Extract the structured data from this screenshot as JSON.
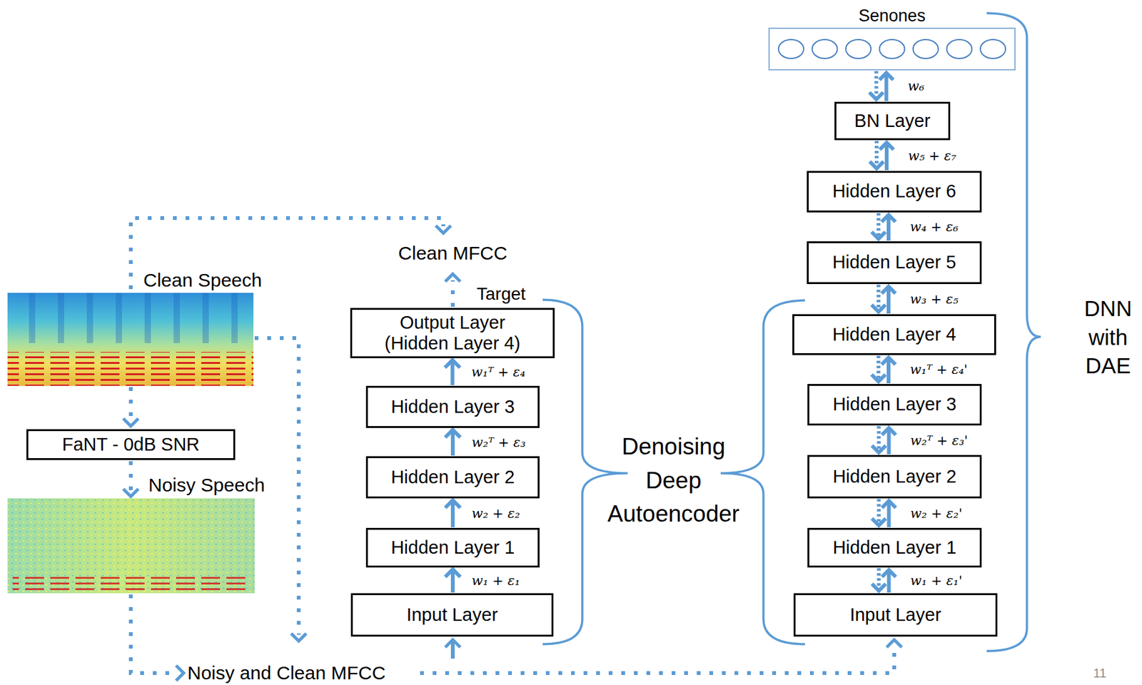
{
  "diagram": {
    "nodes": [
      {
        "text": [
          "FaNT - 0dB SNR"
        ]
      },
      {
        "text": [
          "Output Layer (Hidden Layer 4)"
        ]
      },
      {
        "text": [
          "Hidden Layer 3"
        ]
      },
      {
        "text": [
          "Hidden Layer 2"
        ]
      },
      {
        "text": [
          "Hidden Layer 1"
        ]
      },
      {
        "text": [
          "Input Layer"
        ]
      },
      {
        "text": [
          "Senones"
        ]
      },
      {
        "text": [
          "BN Layer"
        ]
      },
      {
        "text": [
          "Hidden Layer 6"
        ]
      },
      {
        "text": [
          "Hidden Layer 5"
        ]
      },
      {
        "text": [
          "Hidden Layer 4"
        ]
      },
      {
        "text": [
          "Hidden Layer 3"
        ]
      },
      {
        "text": [
          "Hidden Layer 2"
        ]
      },
      {
        "text": [
          "Hidden Layer 1"
        ]
      },
      {
        "text": [
          "Input Layer"
        ]
      }
    ],
    "edges": [
      {
        "from": 5,
        "to": 4,
        "arrow": "to",
        "label": "w₁ + ε₁"
      },
      {
        "from": 4,
        "to": 3,
        "arrow": "to",
        "label": "w₂ + ε₂"
      },
      {
        "from": 3,
        "to": 2,
        "arrow": "to",
        "label": "w₂ᵀ + ε₃"
      },
      {
        "from": 2,
        "to": 1,
        "arrow": "to",
        "label": "w₁ᵀ + ε₄"
      },
      {
        "from": 14,
        "to": 13,
        "arrow": "both",
        "label": "w₁ + ε₁'"
      },
      {
        "from": 13,
        "to": 12,
        "arrow": "both",
        "label": "w₂ + ε₂'"
      },
      {
        "from": 12,
        "to": 11,
        "arrow": "both",
        "label": "w₂ᵀ + ε₃'"
      },
      {
        "from": 11,
        "to": 10,
        "arrow": "both",
        "label": "w₁ᵀ + ε₄'"
      },
      {
        "from": 10,
        "to": 9,
        "arrow": "both",
        "label": "w₃ + ε₅"
      },
      {
        "from": 9,
        "to": 8,
        "arrow": "both",
        "label": "w₄ + ε₆"
      },
      {
        "from": 8,
        "to": 7,
        "arrow": "both",
        "label": "w₅ + ε₇"
      },
      {
        "from": 7,
        "to": 6,
        "arrow": "both",
        "label": "w₆"
      }
    ],
    "labels": [
      "Clean Speech",
      "Noisy Speech",
      "Clean MFCC",
      "Target",
      "Denoising Deep Autoencoder",
      "DNN with DAE",
      "Noisy and Clean MFCC",
      "11"
    ]
  }
}
